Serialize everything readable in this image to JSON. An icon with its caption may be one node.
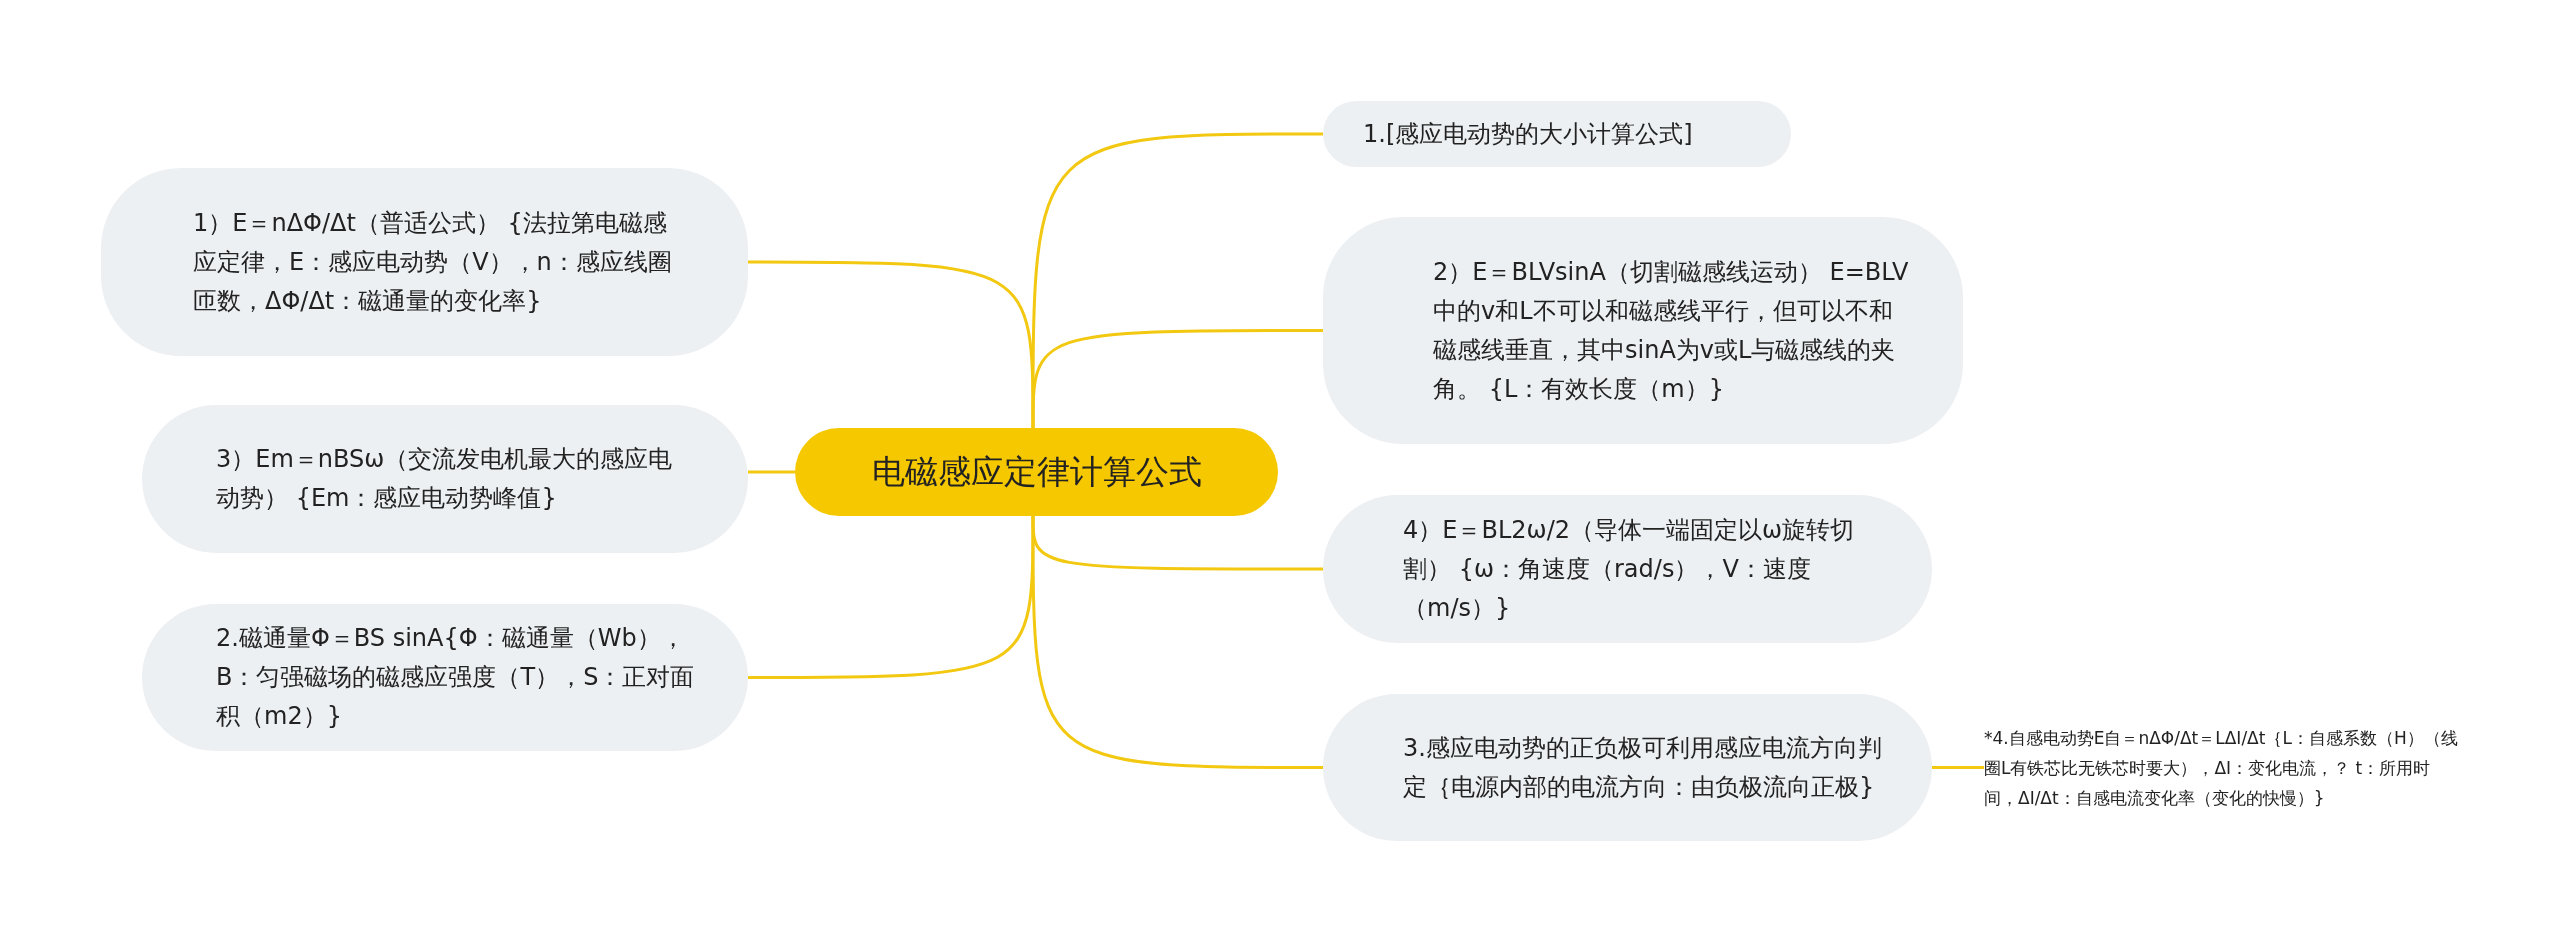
{
  "diagram": {
    "nodes": [
      {
        "text": [
          "电磁感应定律计算公式"
        ]
      },
      {
        "text": [
          "1.[感应电动势的大小计算公式]"
        ]
      },
      {
        "text": [
          "2）E＝BLVsinA（切割磁感线运动） E=BLV中的v和L不可以和磁感线平行，但可以不和磁感线垂直，其中sinA为v或L与磁感线的夹角。 {L：有效长度（m）}"
        ]
      },
      {
        "text": [
          "4）E＝BL2ω/2（导体一端固定以ω旋转切割） {ω：角速度（rad/s），V：速度（m/s）}"
        ]
      },
      {
        "text": [
          "3.感应电动势的正负极可利用感应电流方向判定｛电源内部的电流方向：由负极流向正极}"
        ]
      },
      {
        "text": [
          "1）E＝nΔΦ/Δt（普适公式） {法拉第电磁感应定律，E：感应电动势（V），n：感应线圈匝数，ΔΦ/Δt：磁通量的变化率}"
        ]
      },
      {
        "text": [
          "3）Em＝nBSω（交流发电机最大的感应电动势） {Em：感应电动势峰值}"
        ]
      },
      {
        "text": [
          "2.磁通量Φ＝BS sinA{Φ：磁通量（Wb），B：匀强磁场的磁感应强度（T），S：正对面积（m2）}"
        ]
      },
      {
        "text": [
          "*4.自感电动势E自＝nΔΦ/Δt＝LΔI/Δt｛L：自感系数（H）（线圈L有铁芯比无铁芯时要大），ΔI：变化电流，？ t：所用时间，ΔI/Δt：自感电流变化率（变化的快慢）}"
        ]
      }
    ],
    "edges": [
      {
        "from": 0,
        "to": 1,
        "arrow": "none"
      },
      {
        "from": 0,
        "to": 2,
        "arrow": "none"
      },
      {
        "from": 0,
        "to": 3,
        "arrow": "none"
      },
      {
        "from": 0,
        "to": 4,
        "arrow": "none"
      },
      {
        "from": 0,
        "to": 5,
        "arrow": "none"
      },
      {
        "from": 0,
        "to": 6,
        "arrow": "none"
      },
      {
        "from": 0,
        "to": 7,
        "arrow": "none"
      },
      {
        "from": 4,
        "to": 8,
        "arrow": "none"
      }
    ]
  }
}
